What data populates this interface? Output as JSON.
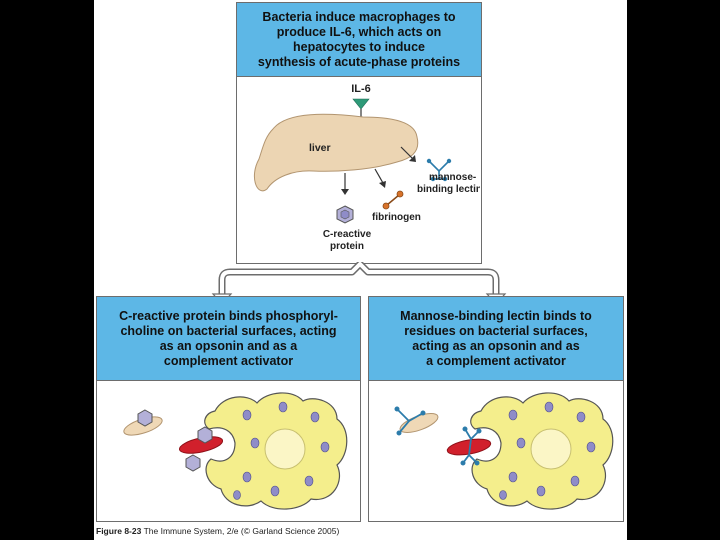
{
  "top_panel": {
    "header": "Bacteria induce macrophages to\nproduce IL-6, which acts on\nhepatocytes to induce\nsynthesis of acute-phase proteins",
    "il6_label": "IL-6",
    "liver_label": "liver",
    "mbl_label_1": "mannose-",
    "mbl_label_2": "binding lectin",
    "fibrinogen_label": "fibrinogen",
    "crp_label_1": "C-reactive",
    "crp_label_2": "protein"
  },
  "left_panel": {
    "header": "C-reactive protein binds phosphoryl-\ncholine on bacterial surfaces, acting\nas an opsonin and as a\ncomplement activator"
  },
  "right_panel": {
    "header": "Mannose-binding lectin binds to\nresidues on bacterial surfaces,\nacting as an opsonin and as\na complement activator"
  },
  "caption": {
    "figure": "Figure 8-23",
    "rest": "The Immune System, 2/e (© Garland Science 2005)"
  },
  "colors": {
    "header_blue": "#5db7e6",
    "liver": "#ecd5b3",
    "macrophage": "#f4ee8c",
    "nucleus": "#fbf6c6",
    "granule": "#8f8cc8",
    "bacterium_red": "#d1202c",
    "bacterium_tan": "#efd8b6",
    "il6_green": "#2e9a78",
    "lectin_blue": "#2c7cab",
    "fibrinogen_orange": "#d8732b"
  }
}
